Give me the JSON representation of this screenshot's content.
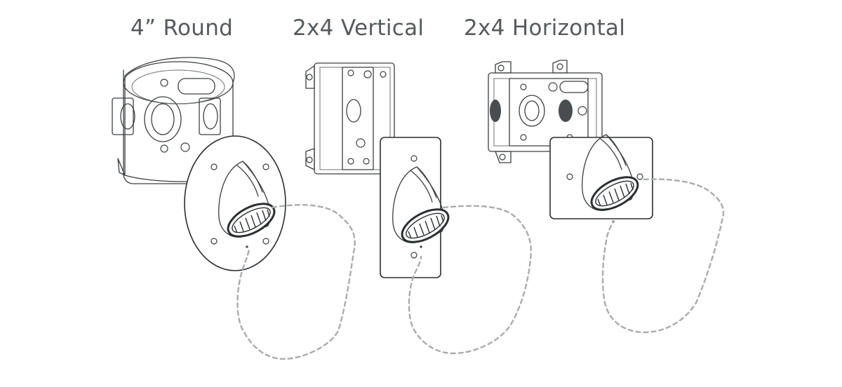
{
  "mounts": [
    {
      "id": "round",
      "label": "4” Round"
    },
    {
      "id": "vertical",
      "label": "2x4 Vertical"
    },
    {
      "id": "horizontal",
      "label": "2x4 Horizontal"
    }
  ]
}
